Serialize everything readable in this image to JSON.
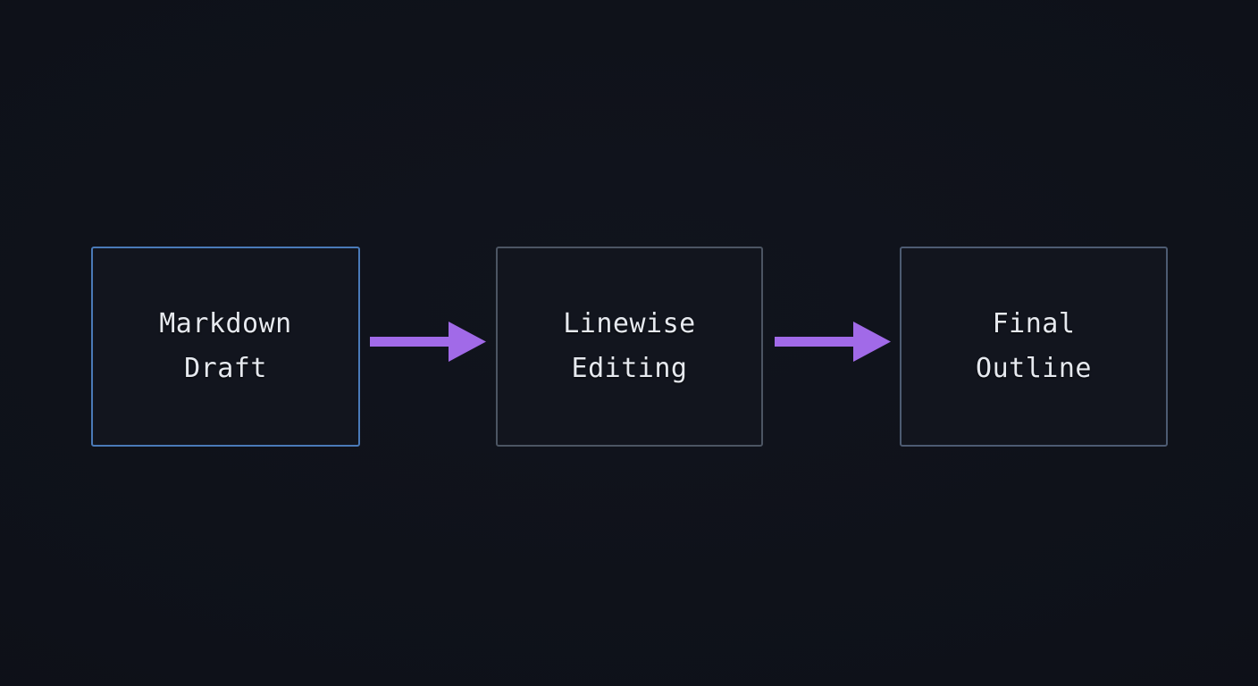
{
  "diagram": {
    "type": "flowchart",
    "orientation": "left-to-right",
    "background_color": "#0d1017",
    "node_fill_color": "#12151e",
    "text_color": "#e6e9ef",
    "edge_color": "#a16ae8",
    "nodes": [
      {
        "id": "markdown-draft",
        "label": "Markdown\nDraft",
        "line1": "Markdown",
        "line2": "Draft",
        "border_color": "#4a7ab8"
      },
      {
        "id": "linewise-editing",
        "label": "Linewise\nEditing",
        "line1": "Linewise",
        "line2": "Editing",
        "border_color": "#4c5563"
      },
      {
        "id": "final-outline",
        "label": "Final\nOutline",
        "line1": "Final",
        "line2": "Outline",
        "border_color": "#4d5b72"
      }
    ],
    "edges": [
      {
        "id": "edge-0",
        "from": "markdown-draft",
        "to": "linewise-editing",
        "label": "",
        "color": "#a16ae8"
      },
      {
        "id": "edge-1",
        "from": "linewise-editing",
        "to": "final-outline",
        "label": "",
        "color": "#a16ae8"
      }
    ]
  }
}
